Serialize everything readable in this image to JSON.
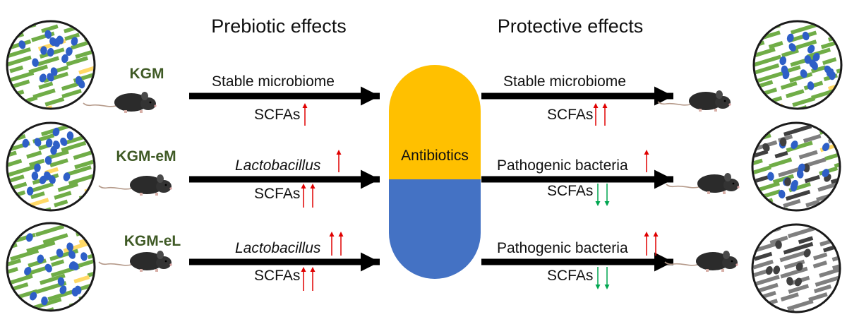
{
  "headers": {
    "left": "Prebiotic effects",
    "right": "Protective effects"
  },
  "center": {
    "label": "Antibiotics",
    "top_color": "#ffc000",
    "bottom_color": "#4472c4"
  },
  "rows": [
    {
      "sample": "KGM",
      "left_label": "Stable microbiome",
      "left_label_italic": false,
      "left_label_arrows": 0,
      "left_scfa": "SCFAs",
      "left_scfa_arrows": 1,
      "right_label": "Stable microbiome",
      "right_label_arrows": 0,
      "right_scfa": "SCFAs",
      "right_scfa_arrows": 2,
      "right_scfa_direction": "up"
    },
    {
      "sample": "KGM-eM",
      "left_label": "Lactobacillus",
      "left_label_italic": true,
      "left_label_arrows": 1,
      "left_scfa": "SCFAs",
      "left_scfa_arrows": 2,
      "right_label": "Pathogenic bacteria",
      "right_label_arrows": 1,
      "right_scfa": "SCFAs",
      "right_scfa_arrows": 2,
      "right_scfa_direction": "down"
    },
    {
      "sample": "KGM-eL",
      "left_label": "Lactobacillus",
      "left_label_italic": true,
      "left_label_arrows": 2,
      "left_scfa": "SCFAs",
      "left_scfa_arrows": 2,
      "right_label": "Pathogenic bacteria",
      "right_label_arrows": 2,
      "right_scfa": "SCFAs",
      "right_scfa_arrows": 2,
      "right_scfa_direction": "down"
    }
  ],
  "colors": {
    "healthy_rod": "#70ad47",
    "lacto_rod": "#ffd966",
    "coccus": "#2e5fc7",
    "dysbiotic_rod": "#7f7f7f",
    "dysbiotic_dark": "#404040",
    "arrow_up": "#e00000",
    "arrow_down": "#00a650",
    "sample_text": "#3f5a25"
  },
  "icons": {
    "mouse": "mouse-icon",
    "microbiome": "microbiome-circle"
  }
}
